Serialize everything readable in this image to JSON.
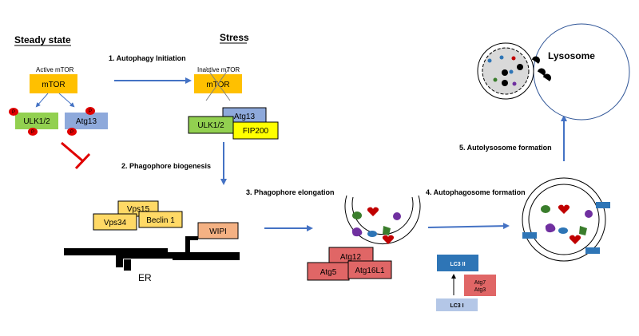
{
  "headers": {
    "steady_state": "Steady state",
    "stress": "Stress"
  },
  "steps": {
    "s1": "1. Autophagy Initiation",
    "s2": "2. Phagophore biogenesis",
    "s3": "3. Phagophore elongation",
    "s4": "4. Autophagosome formation",
    "s5": "5. Autolysosome formation"
  },
  "steady": {
    "active_label": "Active mTOR",
    "mtor": "mTOR",
    "ulk": "ULK1/2",
    "atg13": "Atg13",
    "p": "P"
  },
  "stress": {
    "inactive_label": "Inactive mTOR",
    "mtor": "mTOR",
    "atg13": "Atg13",
    "ulk": "ULK1/2",
    "fip200": "FIP200"
  },
  "biogenesis": {
    "vps15": "Vps15",
    "vps34": "Vps34",
    "beclin": "Beclin 1",
    "wipi": "WIPI",
    "er": "ER"
  },
  "elongation": {
    "atg12": "Atg12",
    "atg5": "Atg5",
    "atg16": "Atg16L1"
  },
  "lc3": {
    "lc3ii": "LC3 II",
    "lc3i": "LC3 I",
    "atg7": "Atg7",
    "atg3": "Atg3"
  },
  "lysosome": "Lysosome",
  "colors": {
    "mtor": "#ffc000",
    "ulk": "#92d050",
    "atg13": "#8ea9db",
    "fip200": "#ffff00",
    "vps": "#ffd966",
    "wipi": "#f4b183",
    "atg": "#e06666",
    "lc3ii": "#2e75b6",
    "lc3i": "#b4c7e7",
    "arrow": "#4472c4",
    "inhibit": "#e00000",
    "phospho": "#e00000"
  }
}
